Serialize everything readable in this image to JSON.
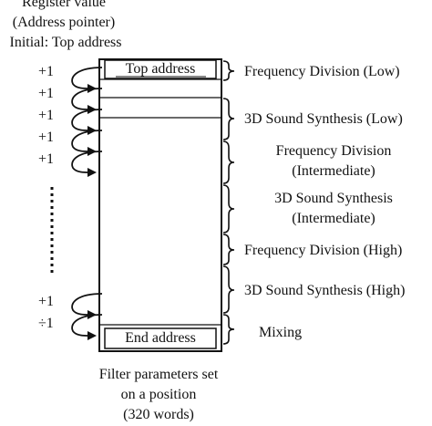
{
  "header": {
    "line1": "Register value",
    "line2": "(Address pointer)",
    "line3": "Initial: Top address"
  },
  "increments": [
    "+1",
    "+1",
    "+1",
    "+1",
    "+1",
    "+1",
    "÷1"
  ],
  "memory": {
    "top_label": "Top address",
    "end_label": "End address"
  },
  "sections": [
    {
      "line1": "Frequency Division (Low)",
      "line2": ""
    },
    {
      "line1": "3D Sound Synthesis (Low)",
      "line2": ""
    },
    {
      "line1": "Frequency Division",
      "line2": "(Intermediate)"
    },
    {
      "line1": "3D Sound Synthesis",
      "line2": "(Intermediate)"
    },
    {
      "line1": "Frequency Division (High)",
      "line2": ""
    },
    {
      "line1": "3D Sound Synthesis (High)",
      "line2": ""
    },
    {
      "line1": "Mixing",
      "line2": ""
    }
  ],
  "caption": {
    "line1": "Filter parameters set",
    "line2": "on a position",
    "line3": "(320 words)"
  }
}
